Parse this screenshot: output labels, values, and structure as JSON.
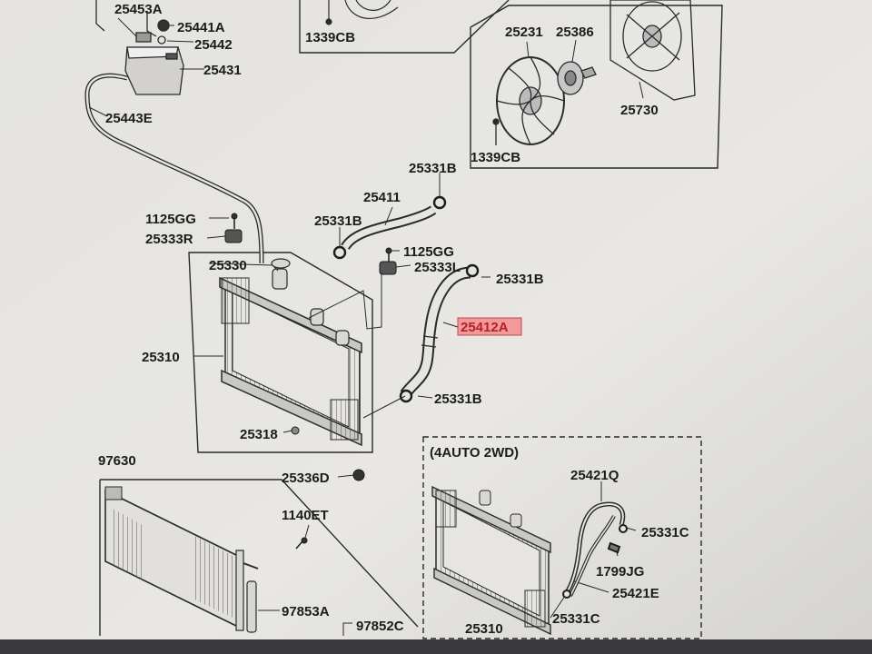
{
  "colors": {
    "paper": "#e6e5e1",
    "ink": "#1c1c1c",
    "highlight_fill": "#f29a9a",
    "highlight_text": "#b61f2a"
  },
  "labels": {
    "p25453A": "25453A",
    "p25441A": "25441A",
    "p25442": "25442",
    "p25431": "25431",
    "p25443E": "25443E",
    "p1339CB_top": "1339CB",
    "p25231": "25231",
    "p25386": "25386",
    "p25730": "25730",
    "p1339CB_fan": "1339CB",
    "p25331B_a": "25331B",
    "p25411": "25411",
    "p25331B_b": "25331B",
    "p1125GG_a": "1125GG",
    "p25333R": "25333R",
    "p1125GG_b": "1125GG",
    "p25333L": "25333L",
    "p25331B_c": "25331B",
    "p25330": "25330",
    "p25412A": "25412A",
    "p25310_main": "25310",
    "p25331B_d": "25331B",
    "p25318": "25318",
    "p25336D": "25336D",
    "p97630": "97630",
    "p1140ET": "1140ET",
    "p97853A": "97853A",
    "p97852C": "97852C",
    "variant_title": "(4AUTO 2WD)",
    "p25421Q": "25421Q",
    "p25331C_a": "25331C",
    "p1799JG": "1799JG",
    "p25421E": "25421E",
    "p25310_alt": "25310",
    "p25331C_b": "25331C"
  }
}
